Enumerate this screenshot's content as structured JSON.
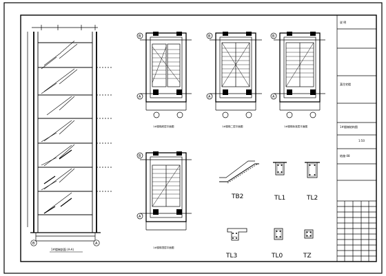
{
  "sheet": {
    "section_title": "1#楼梯剖面 (A-A)",
    "plans": [
      {
        "id": "p1",
        "caption": "1#楼梯底层平面图",
        "axes_bottom": [
          "A",
          "B"
        ]
      },
      {
        "id": "p2",
        "caption": "1#楼梯二层平面图",
        "axes_bottom": [
          "A",
          "B"
        ]
      },
      {
        "id": "p3",
        "caption": "1#楼梯标准层平面图",
        "axes_bottom": [
          "A",
          "B"
        ]
      },
      {
        "id": "p4",
        "caption": "1#楼梯顶层平面图",
        "axes_bottom": [
          "A",
          "B"
        ]
      }
    ],
    "section_axes": [
      "B",
      "A"
    ],
    "details": {
      "tb2": "TB2",
      "tl1": "TL1",
      "tl2": "TL2",
      "tl3": "TL3",
      "tl0": "TL0",
      "tz": "TZ"
    }
  },
  "title_block": {
    "top": "说 明",
    "project": "某住宅楼",
    "drawing": "1#楼梯结构图",
    "scale": "1:50",
    "sheet_no": "结施-08"
  }
}
